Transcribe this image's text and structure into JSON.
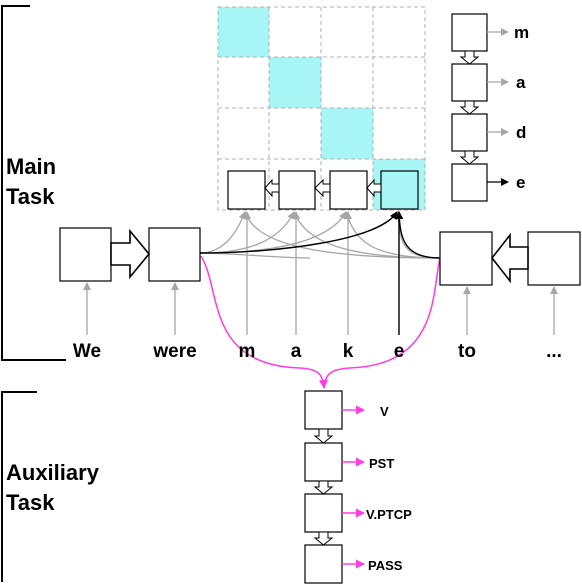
{
  "sections": {
    "main_line1": "Main",
    "main_line2": "Task",
    "aux_line1": "Auxiliary",
    "aux_line2": "Task"
  },
  "input_words": [
    "We",
    "were",
    "m",
    "a",
    "k",
    "e",
    "to",
    "..."
  ],
  "output_chars": [
    "m",
    "a",
    "d",
    "e"
  ],
  "aux_tags": [
    "V",
    "PST",
    "V.PTCP",
    "PASS"
  ],
  "colors": {
    "attention_cell": "#a8f5f5",
    "aux_edge": "#ff3de0",
    "gray_edge": "#a6a6a6",
    "grid_line": "#b0b0b0"
  }
}
